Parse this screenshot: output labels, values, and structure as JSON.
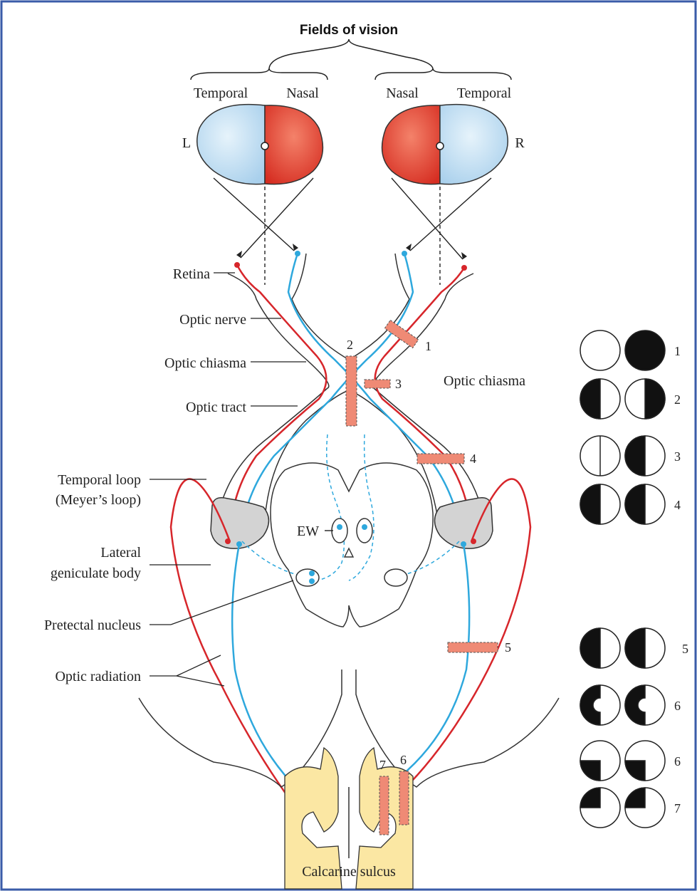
{
  "title": "Fields of vision",
  "field_labels": {
    "temporal": "Temporal",
    "nasal": "Nasal",
    "left": "L",
    "right": "R"
  },
  "left_labels": {
    "retina": "Retina",
    "optic_nerve": "Optic nerve",
    "optic_chiasma": "Optic chiasma",
    "optic_tract": "Optic tract",
    "temporal_loop_1": "Temporal loop",
    "temporal_loop_2": "(Meyer’s loop)",
    "lateral_geniculate_1": "Lateral",
    "lateral_geniculate_2": "geniculate body",
    "pretectal_nucleus": "Pretectal nucleus",
    "optic_radiation": "Optic radiation"
  },
  "center_labels": {
    "ew": "EW",
    "optic_chiasma_right": "Optic chiasma",
    "calcarine_sulcus": "Calcarine sulcus"
  },
  "lesion_numbers": [
    "1",
    "2",
    "3",
    "4",
    "5",
    "6",
    "7"
  ],
  "field_defects": [
    {
      "label": "1"
    },
    {
      "label": "2"
    },
    {
      "label": "3"
    },
    {
      "label": "4"
    },
    {
      "label": "5"
    },
    {
      "label": "6"
    },
    {
      "label": "6"
    },
    {
      "label": "7"
    }
  ],
  "colors": {
    "temporal_field": "#b7d8f0",
    "nasal_field": "#e2452f",
    "red_pathway": "#d7262b",
    "blue_pathway": "#2ea8dd",
    "lesion": "#ef8a75",
    "cortex": "#fbe7a3",
    "lgb": "#d3d3d3",
    "border": "#3a5ba8"
  }
}
